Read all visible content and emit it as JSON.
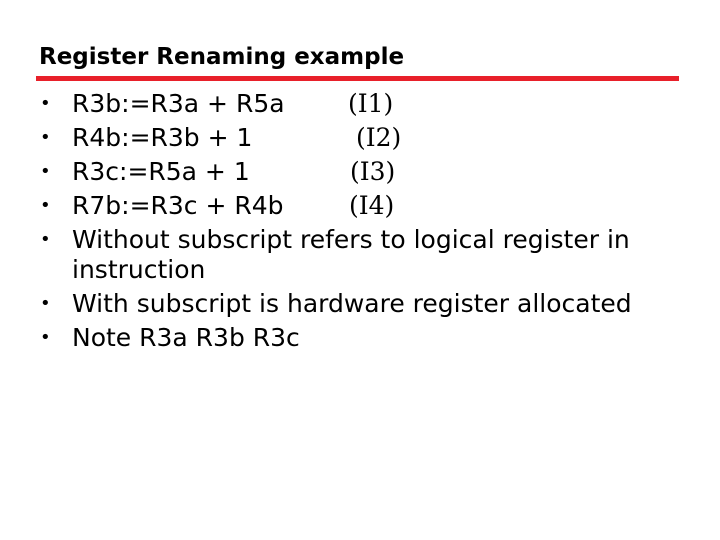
{
  "slide": {
    "title": "Register Renaming example",
    "accent_color": "#e8202a",
    "bullet_glyph": "•",
    "instructions": [
      {
        "code": "R3b:=R3a + R5a",
        "tag": "(I1)"
      },
      {
        "code": "R4b:=R3b + 1",
        "tag": "(I2)"
      },
      {
        "code": "R3c:=R5a + 1",
        "tag": "(I3)"
      },
      {
        "code": "R7b:=R3c + R4b",
        "tag": "(I4)"
      }
    ],
    "notes": [
      "Without subscript refers to logical register in instruction",
      "With subscript is hardware register allocated",
      "Note R3a R3b R3c"
    ]
  }
}
